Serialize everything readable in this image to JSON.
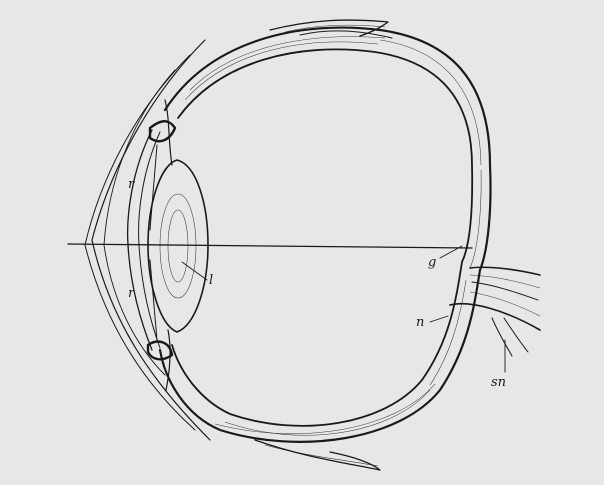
{
  "labels": {
    "r_upper": "r",
    "r_lower": "r",
    "l": "l",
    "g": "g",
    "n": "n",
    "sn": "sn"
  },
  "colors": {
    "background": "#e7e7e7",
    "ink": "#1a1a1a",
    "lens_fill": "#cfcfcf",
    "interior": "#ffffff"
  }
}
